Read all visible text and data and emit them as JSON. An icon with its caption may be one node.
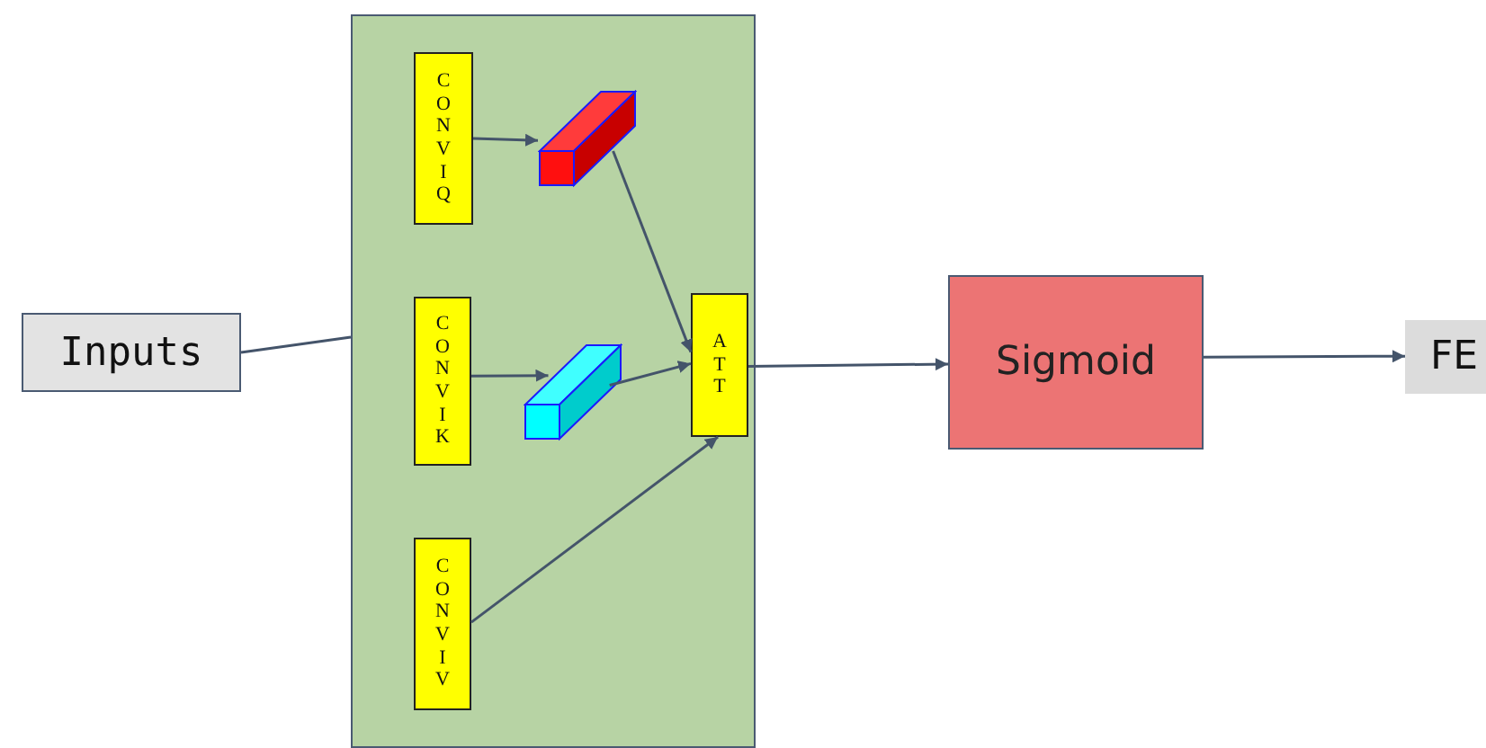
{
  "diagram": {
    "nodes": [
      {
        "text": [
          "Inputs"
        ]
      },
      {
        "text": [],
        "shape": "box"
      },
      {
        "text": [
          "CONVIQ"
        ],
        "in": 1
      },
      {
        "text": [
          "CONVIK"
        ],
        "in": 1
      },
      {
        "text": [
          "CONVIV"
        ],
        "in": 1
      },
      {
        "text": [],
        "shape": "box",
        "in": 1
      },
      {
        "text": [],
        "shape": "box",
        "in": 1
      },
      {
        "text": [
          "ATT"
        ],
        "in": 1
      },
      {
        "text": [
          "Sigmoid"
        ]
      },
      {
        "text": [
          "FE"
        ]
      }
    ],
    "edges": [
      {
        "from": 0,
        "to": 1,
        "arrow": "none"
      },
      {
        "from": 2,
        "to": 5,
        "arrow": "to"
      },
      {
        "from": 3,
        "to": 6,
        "arrow": "to"
      },
      {
        "from": 5,
        "to": 7,
        "arrow": "to"
      },
      {
        "from": 6,
        "to": 7,
        "arrow": "to"
      },
      {
        "from": 4,
        "to": 7,
        "arrow": "to"
      },
      {
        "from": 7,
        "to": 8,
        "arrow": "to"
      },
      {
        "from": 8,
        "to": 9,
        "arrow": "to"
      }
    ]
  }
}
